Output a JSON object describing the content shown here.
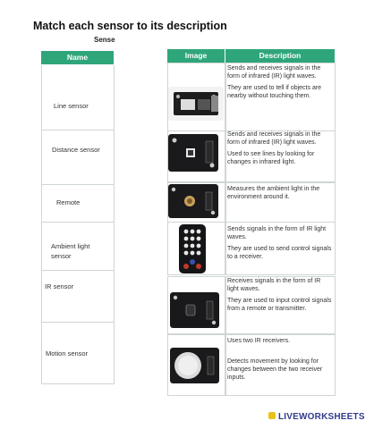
{
  "title": "Match each sensor to its description",
  "subtitle": "Sense",
  "headers": {
    "name": "Name",
    "image": "Image",
    "description": "Description"
  },
  "names": [
    "Line sensor",
    "Distance sensor",
    "Remote",
    "Ambient light sensor",
    "IR sensor",
    "Motion sensor"
  ],
  "rows": [
    {
      "image_icon": "ir-module-icon",
      "paras": [
        "Sends and receives signals in the form of infrared (IR) light waves.",
        "They are used to tell if objects are nearby without touching them."
      ]
    },
    {
      "image_icon": "line-module-icon",
      "paras": [
        "Sends and receives signals in the form of infrared (IR) light waves.",
        "Used to see lines by looking for changes in infrared light."
      ]
    },
    {
      "image_icon": "light-module-icon",
      "paras": [
        "Measures the ambient light in the environment around it."
      ]
    },
    {
      "image_icon": "remote-control-icon",
      "paras": [
        "Sends signals in the form of IR light waves.",
        "They are used to send control signals to a receiver."
      ]
    },
    {
      "image_icon": "ir-receiver-icon",
      "paras": [
        "Receives signals in the form of IR light waves.",
        "They are used to input control signals from a remote or transmitter."
      ]
    },
    {
      "image_icon": "pir-sensor-icon",
      "paras": [
        "Uses two IR receivers.",
        "Detects movement by looking for changes between the two receiver inputs."
      ]
    }
  ],
  "footer": {
    "brand": "LIVEWORKSHEETS"
  },
  "colors": {
    "header": "#2fa67a",
    "brand": "#2e3b8c"
  }
}
